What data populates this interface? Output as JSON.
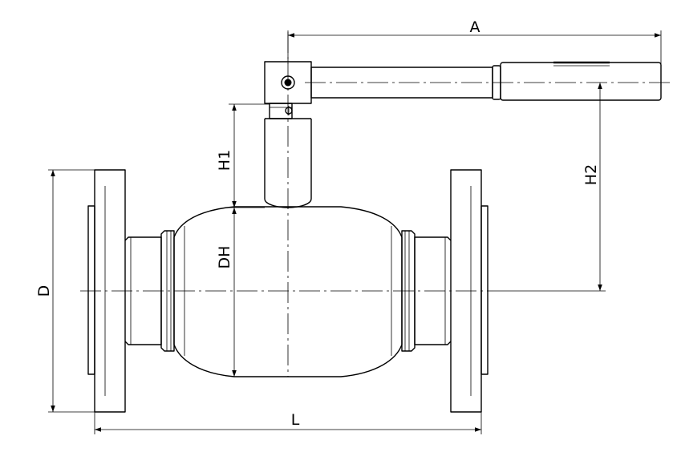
{
  "colors": {
    "stroke": "#000000",
    "background": "#ffffff"
  },
  "dimensions": {
    "A": "A",
    "H1": "H1",
    "H2": "H2",
    "DH": "DH",
    "D": "D",
    "L": "L"
  }
}
